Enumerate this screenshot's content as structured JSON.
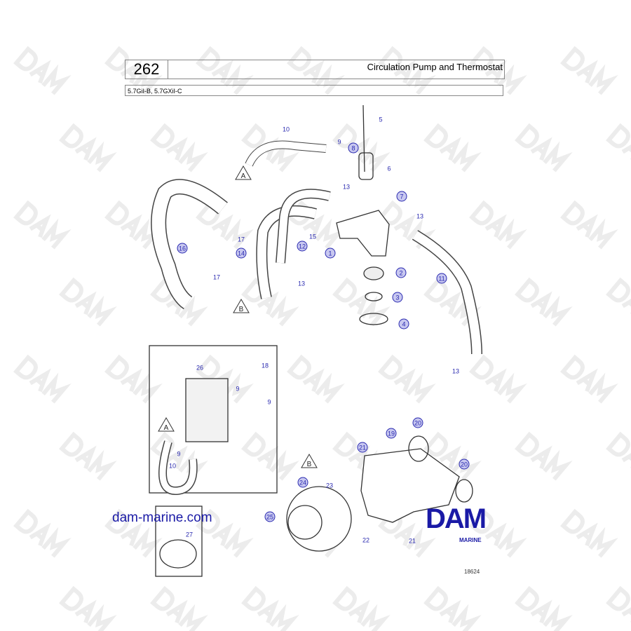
{
  "header": {
    "page_number": "262",
    "title": "Circulation Pump and Thermostat",
    "models": "5.7GiI-B, 5.7GXiI-C"
  },
  "watermark": "DAM",
  "website": "dam-marine.com",
  "logo": {
    "main": "DAM",
    "sub": "MARINE"
  },
  "figure_number": "18624",
  "callouts": [
    "10",
    "9",
    "8",
    "5",
    "6",
    "7",
    "13",
    "13",
    "15",
    "1",
    "12",
    "14",
    "17",
    "16",
    "17",
    "13",
    "2",
    "3",
    "4",
    "11",
    "13",
    "A",
    "B",
    "26",
    "18",
    "9",
    "9",
    "A",
    "9",
    "10",
    "19",
    "20",
    "20",
    "21",
    "B",
    "23",
    "24",
    "25",
    "22",
    "21",
    "27"
  ],
  "colors": {
    "callout": "#2a2ab0",
    "logo": "#1a1aa6"
  }
}
